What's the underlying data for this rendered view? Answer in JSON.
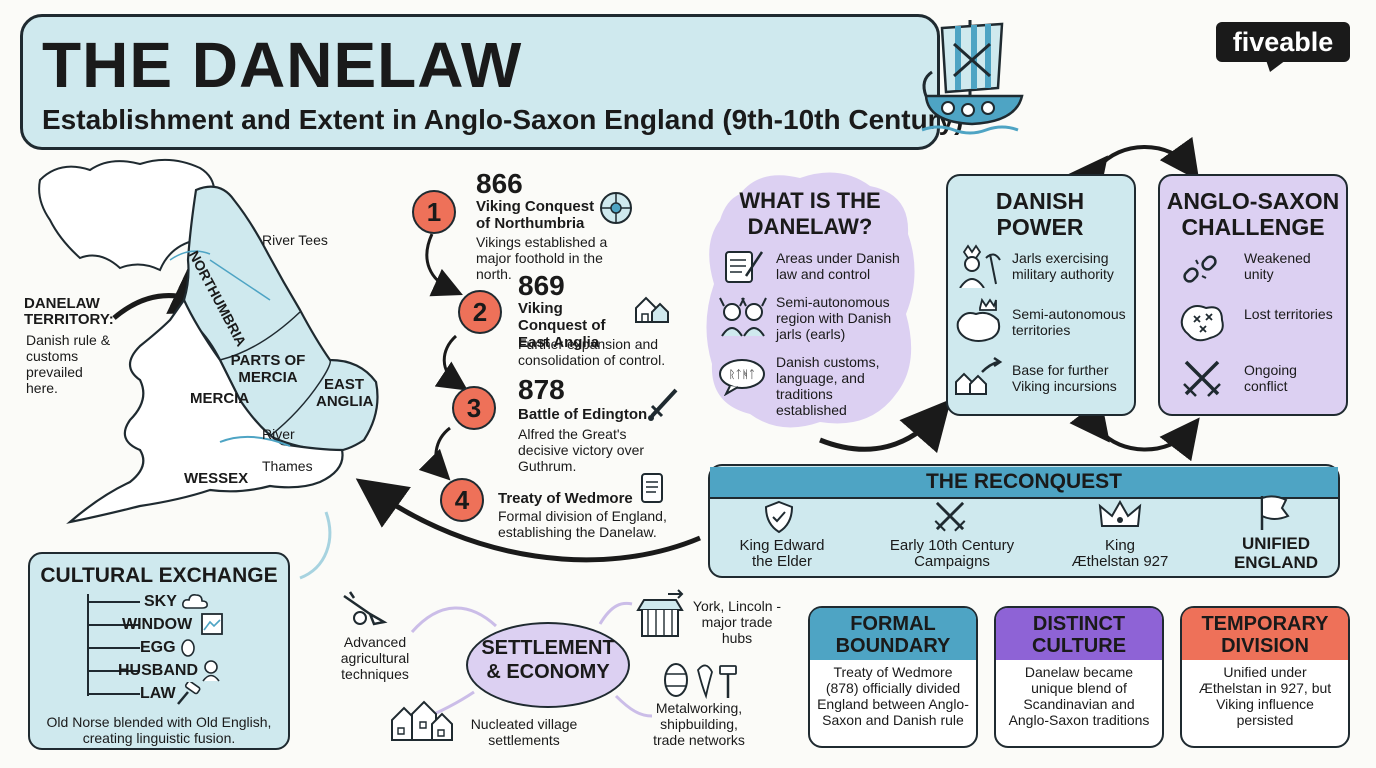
{
  "title": "THE DANELAW",
  "subtitle": "Establishment and Extent in Anglo-Saxon England (9th-10th Century)",
  "logo": "fiveable",
  "map": {
    "labels": {
      "northumbria": "NORTHUMBRIA",
      "river_tees": "River Tees",
      "parts_of_mercia": "PARTS OF MERCIA",
      "mercia": "MERCIA",
      "east_anglia": "EAST ANGLIA",
      "river_thames_1": "River",
      "river_thames_2": "Thames",
      "wessex": "WESSEX"
    },
    "territory_title": "DANELAW TERRITORY:",
    "territory_desc": "Danish rule & customs prevailed here."
  },
  "timeline": [
    {
      "num": "1",
      "year": "866",
      "title": "Viking Conquest of Northumbria",
      "desc": "Vikings established a major foothold in the north."
    },
    {
      "num": "2",
      "year": "869",
      "title": "Viking Conquest of East Anglia",
      "desc": "Further expansion and consolidation of control."
    },
    {
      "num": "3",
      "year": "878",
      "title": "Battle of Edington",
      "desc": "Alfred the Great's decisive victory over Guthrum."
    },
    {
      "num": "4",
      "year": "",
      "title": "Treaty of Wedmore",
      "desc": "Formal division of England, establishing the Danelaw."
    }
  ],
  "what_is": {
    "title": "WHAT IS THE DANELAW?",
    "items": [
      {
        "icon": "scroll-quill-icon",
        "text": "Areas under Danish law and control"
      },
      {
        "icon": "viking-people-icon",
        "text": "Semi-autonomous region with Danish jarls (earls)"
      },
      {
        "icon": "speech-bubble-icon",
        "text": "Danish customs, language, and traditions established",
        "bubble": "ᚱᛏᚻᛏ"
      }
    ]
  },
  "danish_power": {
    "title": "DANISH POWER",
    "items": [
      {
        "icon": "jarl-icon",
        "text": "Jarls exercising military authority"
      },
      {
        "icon": "crown-territory-icon",
        "text": "Semi-autonomous territories"
      },
      {
        "icon": "village-arrow-icon",
        "text": "Base for further Viking incursions"
      }
    ]
  },
  "anglo_saxon": {
    "title": "ANGLO-SAXON CHALLENGE",
    "items": [
      {
        "icon": "broken-chain-icon",
        "text": "Weakened unity"
      },
      {
        "icon": "lost-map-icon",
        "text": "Lost territories"
      },
      {
        "icon": "crossed-swords-icon",
        "text": "Ongoing conflict"
      }
    ]
  },
  "reconquest": {
    "title": "THE RECONQUEST",
    "steps": [
      {
        "icon": "shield-icon",
        "text": "King Edward the Elder"
      },
      {
        "icon": "crossed-swords-icon",
        "text": "Early 10th Century Campaigns"
      },
      {
        "icon": "crown-icon",
        "text": "King Æthelstan 927"
      },
      {
        "icon": "flag-icon",
        "text": "UNIFIED ENGLAND"
      }
    ]
  },
  "cultural": {
    "title": "CULTURAL EXCHANGE",
    "words": [
      "SKY",
      "WINDOW",
      "EGG",
      "HUSBAND",
      "LAW"
    ],
    "desc": "Old Norse blended with Old English, creating linguistic fusion."
  },
  "settlement": {
    "title": "SETTLEMENT & ECONOMY",
    "items": [
      {
        "icon": "plough-icon",
        "text": "Advanced agricultural techniques"
      },
      {
        "icon": "village-icon",
        "text": "Nucleated village settlements"
      },
      {
        "icon": "market-stall-icon",
        "text": "York, Lincoln - major trade hubs"
      },
      {
        "icon": "barrel-fish-hammer-icon",
        "text": "Metalworking, shipbuilding, trade networks"
      }
    ]
  },
  "cards": [
    {
      "title": "FORMAL BOUNDARY",
      "text": "Treaty of Wedmore (878) officially divided England between Anglo-Saxon and Danish rule",
      "color": "#4ea4c4"
    },
    {
      "title": "DISTINCT CULTURE",
      "text": "Danelaw became unique blend of Scandinavian and Anglo-Saxon traditions",
      "color": "#8e63d6"
    },
    {
      "title": "TEMPORARY DIVISION",
      "text": "Unified under Æthelstan in 927, but Viking influence persisted",
      "color": "#ee7159"
    }
  ]
}
